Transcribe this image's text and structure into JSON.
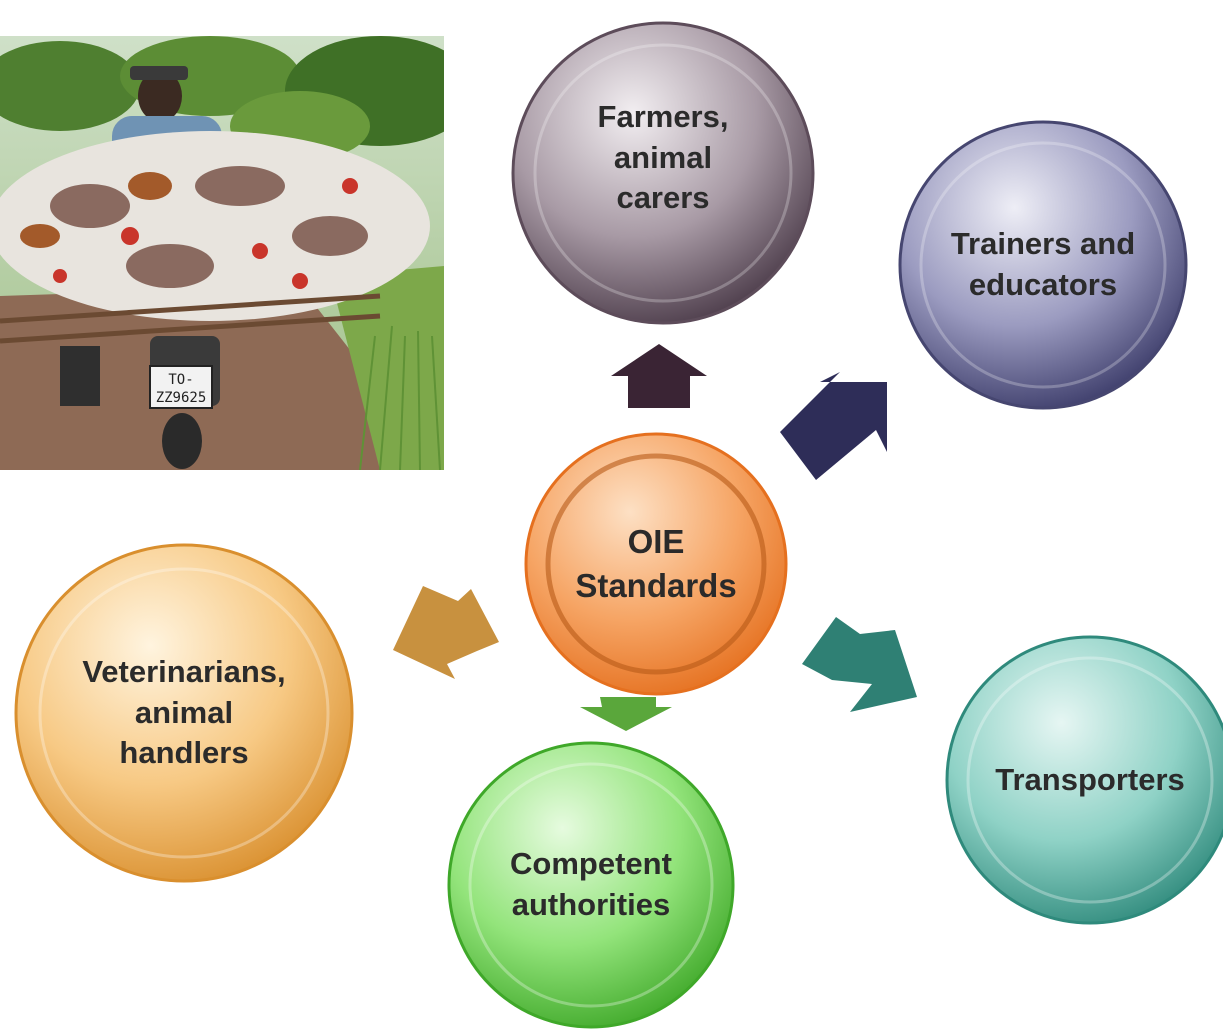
{
  "center": {
    "label": "OIE\nStandards",
    "color": "#f0873a"
  },
  "stakeholders": [
    {
      "id": "farmers",
      "label": "Farmers,\nanimal\ncarers",
      "color": "#6a5a68"
    },
    {
      "id": "trainers",
      "label": "Trainers and\neducators",
      "color": "#4f4f78"
    },
    {
      "id": "transporters",
      "label": "Transporters",
      "color": "#4fa69a"
    },
    {
      "id": "authorities",
      "label": "Competent\nauthorities",
      "color": "#5cc24a"
    },
    {
      "id": "veterinarians",
      "label": "Veterinarians,\nanimal\nhandlers",
      "color": "#e8a54a"
    }
  ],
  "arrows": {
    "farmers": "#3a2434",
    "trainers": "#2e2d58",
    "transporters": "#2f8074",
    "authorities": "#5aa73b",
    "veterinarians": "#c8913f"
  },
  "photo": {
    "plate_text_1": "TO-",
    "plate_text_2": "ZZ9625"
  }
}
